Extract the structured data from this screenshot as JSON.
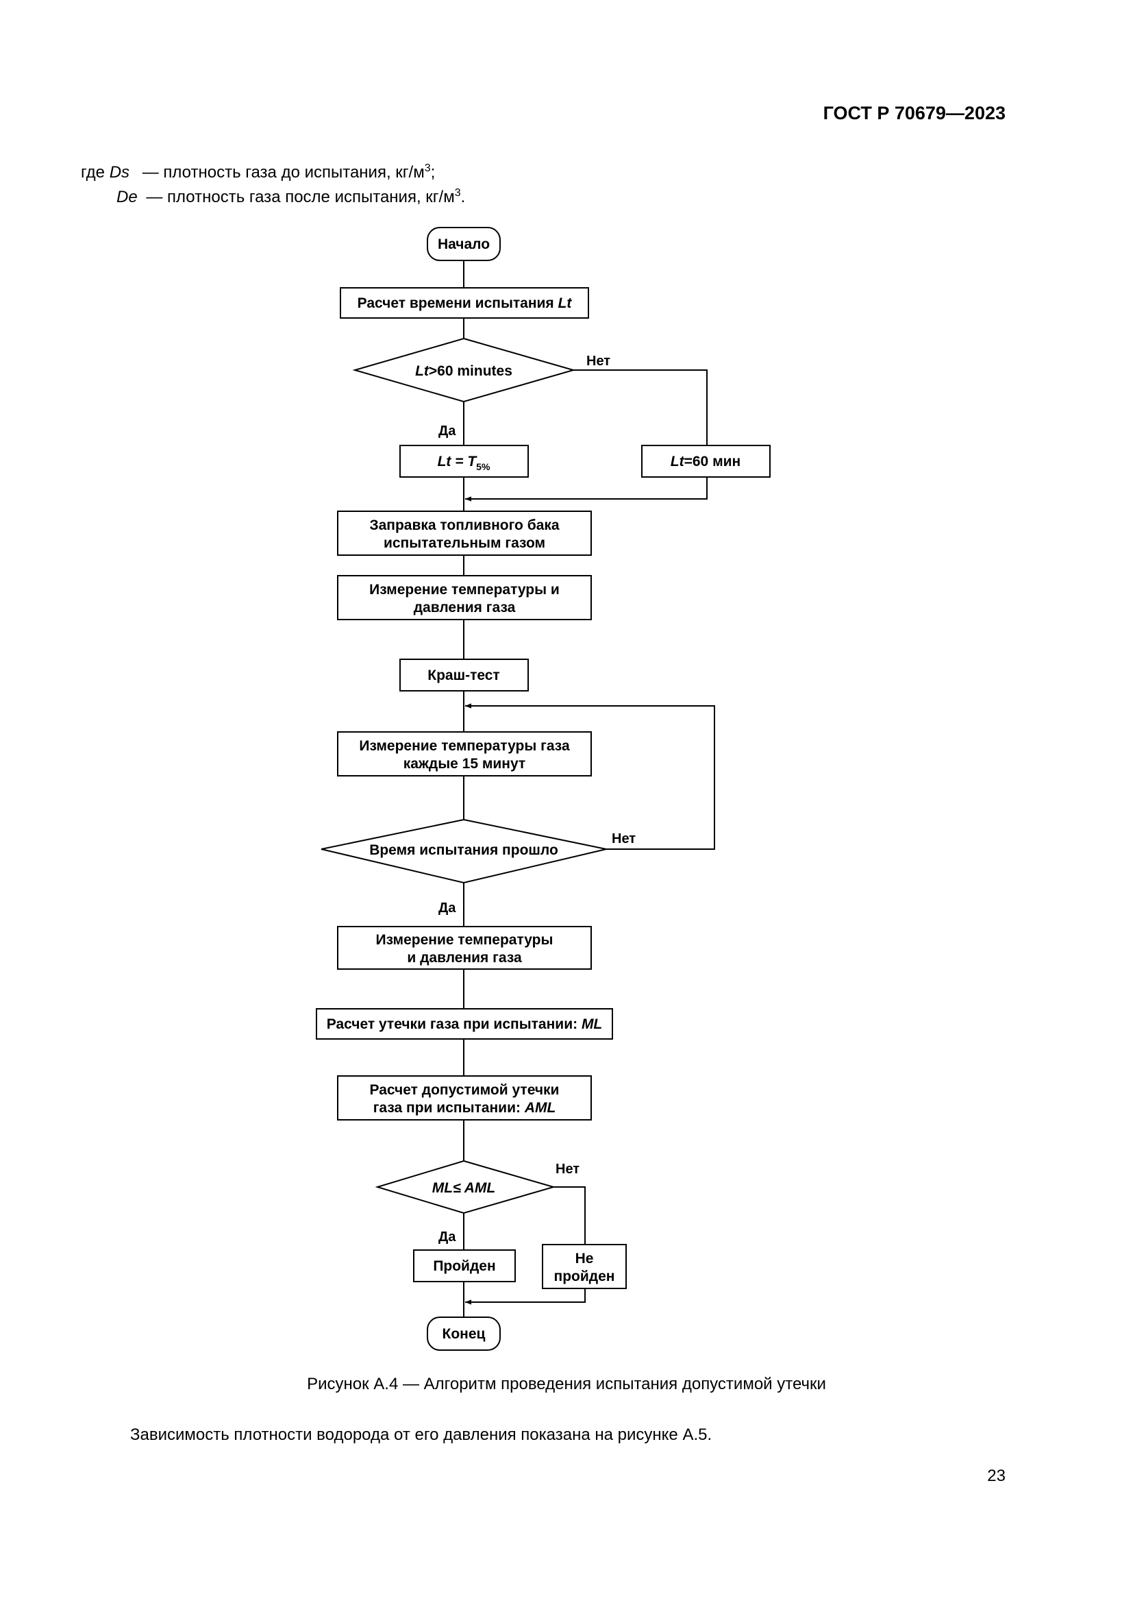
{
  "header": {
    "code": "ГОСТ Р 70679—2023"
  },
  "definitions": [
    {
      "lead": "где",
      "symbol": "Ds",
      "dash": "—",
      "text": "плотность газа до испытания, кг/м",
      "sup": "3",
      "end": ";"
    },
    {
      "lead": "",
      "symbol": "De",
      "dash": "—",
      "text": "плотность газа после испытания, кг/м",
      "sup": "3",
      "end": "."
    }
  ],
  "flowchart": {
    "start": "Начало",
    "calc_time": {
      "text": "Расчет времени испытания ",
      "var": "Lt"
    },
    "decision1": {
      "var": "Lt",
      "text": ">60 minutes"
    },
    "yes1": "Да",
    "no1": "Нет",
    "lt_t5": {
      "var": "Lt = T",
      "sub": "5%"
    },
    "lt_60": {
      "var": "Lt",
      "text": "=60  мин"
    },
    "fill_tank": {
      "line1": "Заправка топливного бака",
      "line2": "испытательным газом"
    },
    "measure1": {
      "line1": "Измерение температуры и",
      "line2": "давления газа"
    },
    "crash": "Краш-тест",
    "measure15": {
      "line1": "Измерение температуры газа",
      "line2": "каждые 15 минут"
    },
    "decision2": "Время испытания прошло",
    "no2": "Нет",
    "yes2": "Да",
    "measure2": {
      "line1": "Измерение температуры",
      "line2": "и давления газа"
    },
    "calc_ml": {
      "text": "Расчет утечки газа при испытании: ",
      "var": "ML"
    },
    "calc_aml": {
      "line1": "Расчет допустимой утечки",
      "line2": "газа при испытании: ",
      "var": "AML"
    },
    "decision3": "ML≤ AML",
    "no3": "Нет",
    "yes3": "Да",
    "passed": "Пройден",
    "failed": {
      "line1": "Не",
      "line2": "пройден"
    },
    "end": "Конец"
  },
  "caption": "Рисунок А.4 — Алгоритм проведения испытания допустимой утечки",
  "paragraph": "Зависимость плотности водорода от его давления показана на рисунке А.5.",
  "page_number": "23"
}
